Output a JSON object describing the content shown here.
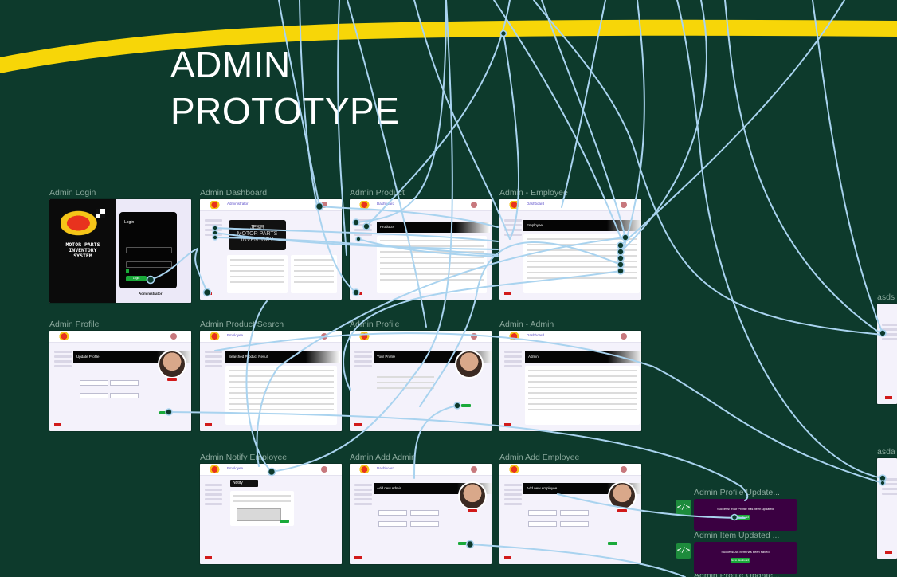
{
  "canvas": {
    "title": "ADMIN\nPROTOTYPE",
    "background": "#0d3a2c",
    "stripe_color": "#f7d608",
    "wire_color": "#a9d3ef"
  },
  "frames": [
    {
      "id": "f1",
      "label": "Admin Login"
    },
    {
      "id": "f2",
      "label": "Admin Dashboard"
    },
    {
      "id": "f3",
      "label": "Admin Product"
    },
    {
      "id": "f4",
      "label": "Admin - Employee"
    },
    {
      "id": "f5",
      "label": "Admin Profile"
    },
    {
      "id": "f6",
      "label": "Admin Product Search"
    },
    {
      "id": "f7",
      "label": "Admin Profile"
    },
    {
      "id": "f8",
      "label": "Admin - Admin"
    },
    {
      "id": "f9",
      "label": "Admin Notify Employee"
    },
    {
      "id": "f10",
      "label": "Admin Add Admin"
    },
    {
      "id": "f11",
      "label": "Admin Add Employee"
    },
    {
      "id": "t1",
      "label": "Admin Profile Update..."
    },
    {
      "id": "t2",
      "label": "Admin Item Updated ..."
    },
    {
      "id": "t3",
      "label": "Admin Profile Update..."
    },
    {
      "id": "r1",
      "label": "asds"
    },
    {
      "id": "r2",
      "label": "asda"
    }
  ],
  "login": {
    "brand": "MOTOR PARTS\nINVENTORY\nSYSTEM",
    "title": "Login",
    "button": "Login",
    "role": "Administrator"
  },
  "dashboard": {
    "crumb": "Administrator",
    "banner": "JE&R\nMOTOR PARTS\nINVENTORY"
  },
  "product": {
    "crumb": "Dashboard",
    "header": "Products"
  },
  "employee": {
    "crumb": "Dashboard",
    "header": "Employee"
  },
  "update_profile": {
    "header": "Update Profile"
  },
  "product_search": {
    "crumb": "Employee",
    "header": "Searched Product Result"
  },
  "your_profile": {
    "header": "Your Profile"
  },
  "admin_list": {
    "crumb": "Dashboard",
    "header": "Admin"
  },
  "notify": {
    "crumb": "Employee",
    "header": "Notify"
  },
  "add_admin": {
    "crumb": "Dashboard",
    "header": "Add new Admin"
  },
  "add_employee": {
    "header": "Add new employee"
  },
  "toasts": [
    {
      "text": "Success! Your Profile has been updated!",
      "button": "Go to dashboard"
    },
    {
      "text": "Success! An Item has been saved!",
      "button": "Go to dashboard"
    }
  ],
  "code_icon": "</>"
}
